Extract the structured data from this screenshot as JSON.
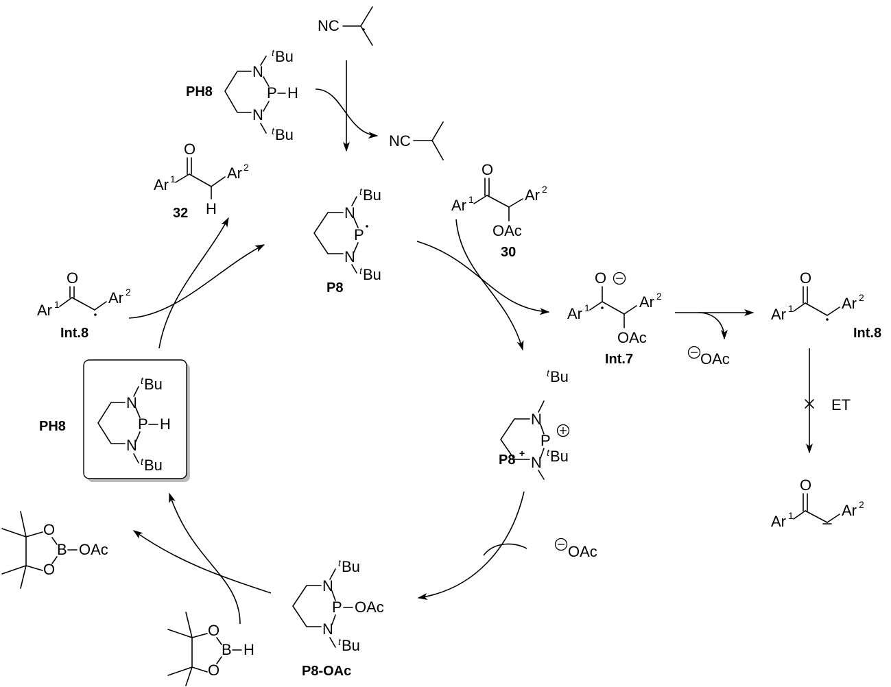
{
  "title": "Catalytic cycle of diazaphospholene-type PH8 with HBpin (radical chain)",
  "atoms": {
    "N": "N",
    "P": "P",
    "H": "H",
    "O": "O",
    "B": "B",
    "tBu_t": "t",
    "tBu_Bu": "Bu",
    "Ar": "Ar",
    "sup1": "1",
    "sup2": "2",
    "OAc": "OAc",
    "NC": "NC",
    "ET": "ET"
  },
  "compounds": {
    "ph8_top": "PH8",
    "ph8_boxed": "PH8",
    "p8": "P8",
    "p8_plus": "P8",
    "p8_plus_sup": "+",
    "p8_oac": "P8-OAc",
    "c30": "30",
    "c32": "32",
    "int7": "Int.7",
    "int8_left": "Int.8",
    "int8_right": "Int.8"
  },
  "reagents": {
    "initiator_radical": "NC–C(CH3)2•",
    "initiator_product": "NC–CH(CH3)2",
    "acetate": "OAc",
    "hbpin": "HBpin",
    "acobpin": "AcOBpin"
  },
  "annotations": {
    "et_blocked": "ET (blocked)",
    "minus": "−",
    "plus": "+"
  }
}
